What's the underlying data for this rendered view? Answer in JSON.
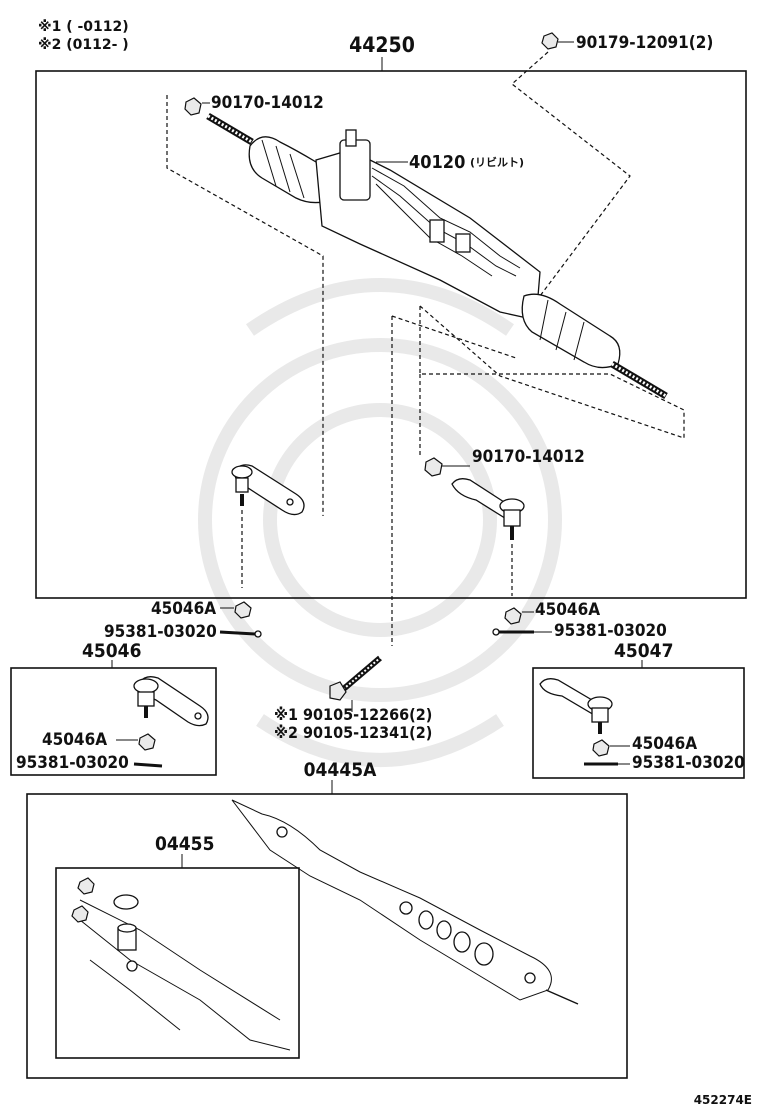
{
  "notes": {
    "note1": "※1 (    -0112)",
    "note2": "※2 (0112-    )"
  },
  "labels": {
    "assembly": "44250",
    "clamp_nut": "90179-12091(2)",
    "lock_nut_left": "90170-14012",
    "gear_rebuilt": "40120",
    "gear_rebuilt_note": "(リビルト)",
    "lock_nut_right": "90170-14012",
    "nut_left": "45046A",
    "pin_left": "95381-03020",
    "end_left": "45046",
    "nut_left_inset": "45046A",
    "pin_left_inset": "95381-03020",
    "nut_right": "45046A",
    "pin_right": "95381-03020",
    "end_right": "45047",
    "nut_right_inset": "45046A",
    "pin_right_inset": "95381-03020",
    "bolt_1": "※1 90105-12266(2)",
    "bolt_2": "※2 90105-12341(2)",
    "gasket_kit": "04445A",
    "gasket_kit_sub": "04455",
    "figure_id": "452274E"
  }
}
